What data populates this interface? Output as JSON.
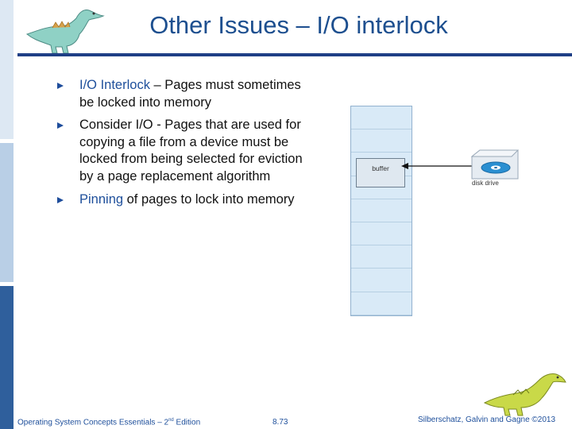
{
  "slide": {
    "title": "Other Issues – I/O interlock",
    "bullets": [
      {
        "term": "I/O Interlock",
        "text": " – Pages must sometimes be locked into memory"
      },
      {
        "term": "",
        "text": "Consider I/O - Pages that are used for copying a file from a device must be locked from being selected for eviction by a page replacement algorithm"
      },
      {
        "term": "Pinning",
        "text": " of pages to lock into memory"
      }
    ]
  },
  "diagram": {
    "buffer_label": "buffer",
    "disk_label": "disk drive"
  },
  "footer": {
    "book": "Operating System Concepts Essentials – 2",
    "edition_sup": "nd",
    "edition_suffix": " Edition",
    "page": "8.73",
    "copyright": "Silberschatz, Galvin and Gagne ©2013"
  },
  "colors": {
    "title": "#1d4f8f",
    "accent": "#1e4f9b",
    "rule": "#1f3f86",
    "memory_fill": "#d9eaf7"
  }
}
